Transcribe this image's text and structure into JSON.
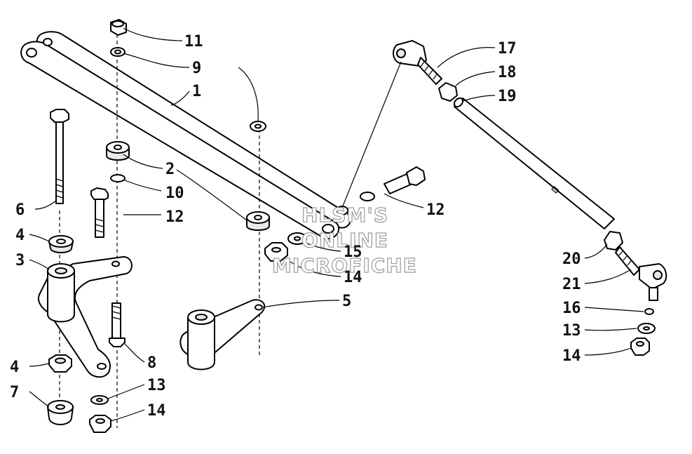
{
  "diagram": {
    "callouts": [
      "11",
      "9",
      "1",
      "2",
      "10",
      "12",
      "6",
      "4",
      "3",
      "4",
      "7",
      "8",
      "13",
      "14",
      "5",
      "15",
      "14",
      "12",
      "17",
      "18",
      "19",
      "20",
      "21",
      "16",
      "13",
      "14"
    ],
    "watermark": [
      "HLSM'S",
      "ONLINE",
      "MICROFICHE"
    ]
  }
}
